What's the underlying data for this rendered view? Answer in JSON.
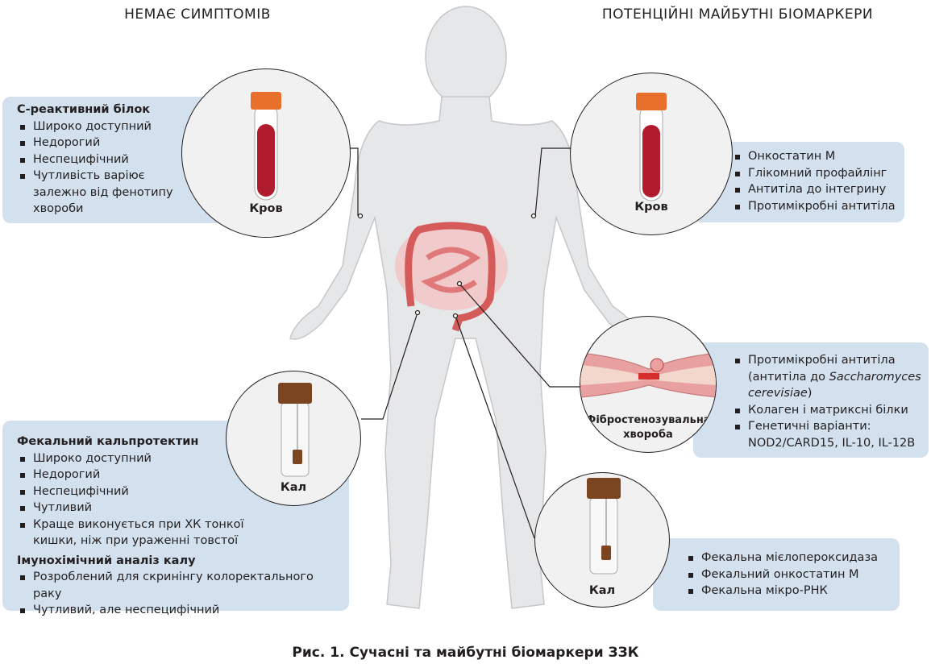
{
  "headings": {
    "left": "НЕМАЄ СИМПТОМІВ",
    "right": "ПОТЕНЦІЙНІ МАЙБУТНІ БІОМАРКЕРИ"
  },
  "crp": {
    "title": "С-реактивний білок",
    "items": [
      "Широко доступний",
      "Недорогий",
      "Неспецифічний",
      "Чутливість варіює залежно від фенотипу хвороби"
    ]
  },
  "blood_left": {
    "label": "Кров"
  },
  "blood_right": {
    "label": "Кров",
    "items": [
      "Онкостатин М",
      "Глікомний профайлінг",
      "Антитіла до інтегрину",
      "Протимікробні антитіла"
    ]
  },
  "fibro": {
    "label_line1": "Фібростенозувальна",
    "label_line2": "хвороба",
    "item1a": "Протимікробні антитіла (антитіла до ",
    "item1b": "Saccharomyces cerevisiae",
    "item1c": ")",
    "item2": "Колаген і матриксні білки",
    "item3": "Генетичні варіанти: NOD2/CARD15, IL-10, IL-12B"
  },
  "stool_left": {
    "label": "Кал",
    "title1": "Фекальний кальпротектин",
    "items1": [
      "Широко доступний",
      "Недорогий",
      "Неспецифічний",
      "Чутливий",
      "Краще виконується при ХК тонкої кишки, ніж при ураженні товстої"
    ],
    "title2": "Імунохімічний аналіз калу",
    "items2": [
      "Розроблений для скринінгу колоректального раку",
      "Чутливий, але неспецифічний"
    ]
  },
  "stool_right": {
    "label": "Кал",
    "items": [
      "Фекальна мієлопероксидаза",
      "Фекальний онкостатин М",
      "Фекальна мікро-РНК"
    ]
  },
  "caption": "Рис. 1. Сучасні та майбутні біомаркери ЗЗК",
  "colors": {
    "box": "#d3e1ef",
    "blood": "#b01c2e",
    "cap": "#e8702a",
    "stool_cap": "#7a4520",
    "body": "#e6e7e8"
  }
}
